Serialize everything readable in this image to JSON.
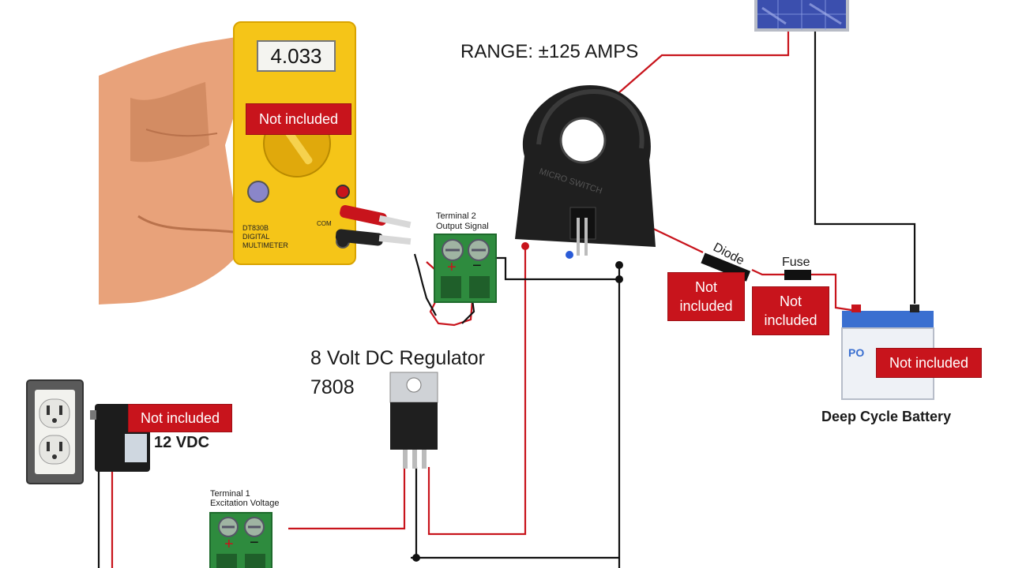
{
  "multimeter": {
    "reading": "4.033",
    "model": "DT830B",
    "line1": "DIGITAL",
    "line2": "MULTIMETER",
    "com": "COM"
  },
  "sensor": {
    "range_label": "RANGE:  ±125 AMPS",
    "brand": "MICRO SWITCH"
  },
  "terminal2": {
    "line1": "Terminal 2",
    "line2": "Output Signal"
  },
  "terminal1": {
    "line1": "Terminal 1",
    "line2": "Excitation Voltage"
  },
  "regulator": {
    "line1": "8 Volt DC Regulator",
    "line2": "7808"
  },
  "adapter": {
    "voltage": "12 VDC"
  },
  "battery": {
    "label": "Deep Cycle Battery"
  },
  "diode_label": "Diode",
  "fuse_label": "Fuse",
  "not_included": {
    "multimeter": "Not included",
    "adapter": "Not included",
    "diode": "Not included",
    "fuse": "Not included",
    "battery": "Not included"
  },
  "colors": {
    "wire_red": "#c8141c",
    "wire_black": "#111111",
    "tag_red": "#c8141c",
    "meter_yellow": "#f5c518",
    "terminal_green": "#2e8b3e"
  }
}
